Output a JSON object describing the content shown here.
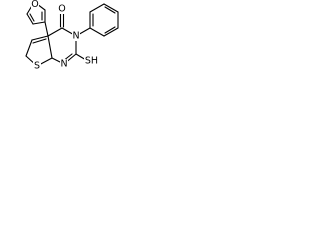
{
  "molecule": {
    "atoms": {
      "furan_oxygen": "O",
      "carbonyl_oxygen": "O",
      "thiophene_sulfur": "S",
      "ring_nitrogen_top": "N",
      "ring_nitrogen_bottom": "N",
      "thiol_group": "SH"
    }
  },
  "colors": {
    "bond": "#000000",
    "label": "#000000",
    "background": "#ffffff"
  }
}
